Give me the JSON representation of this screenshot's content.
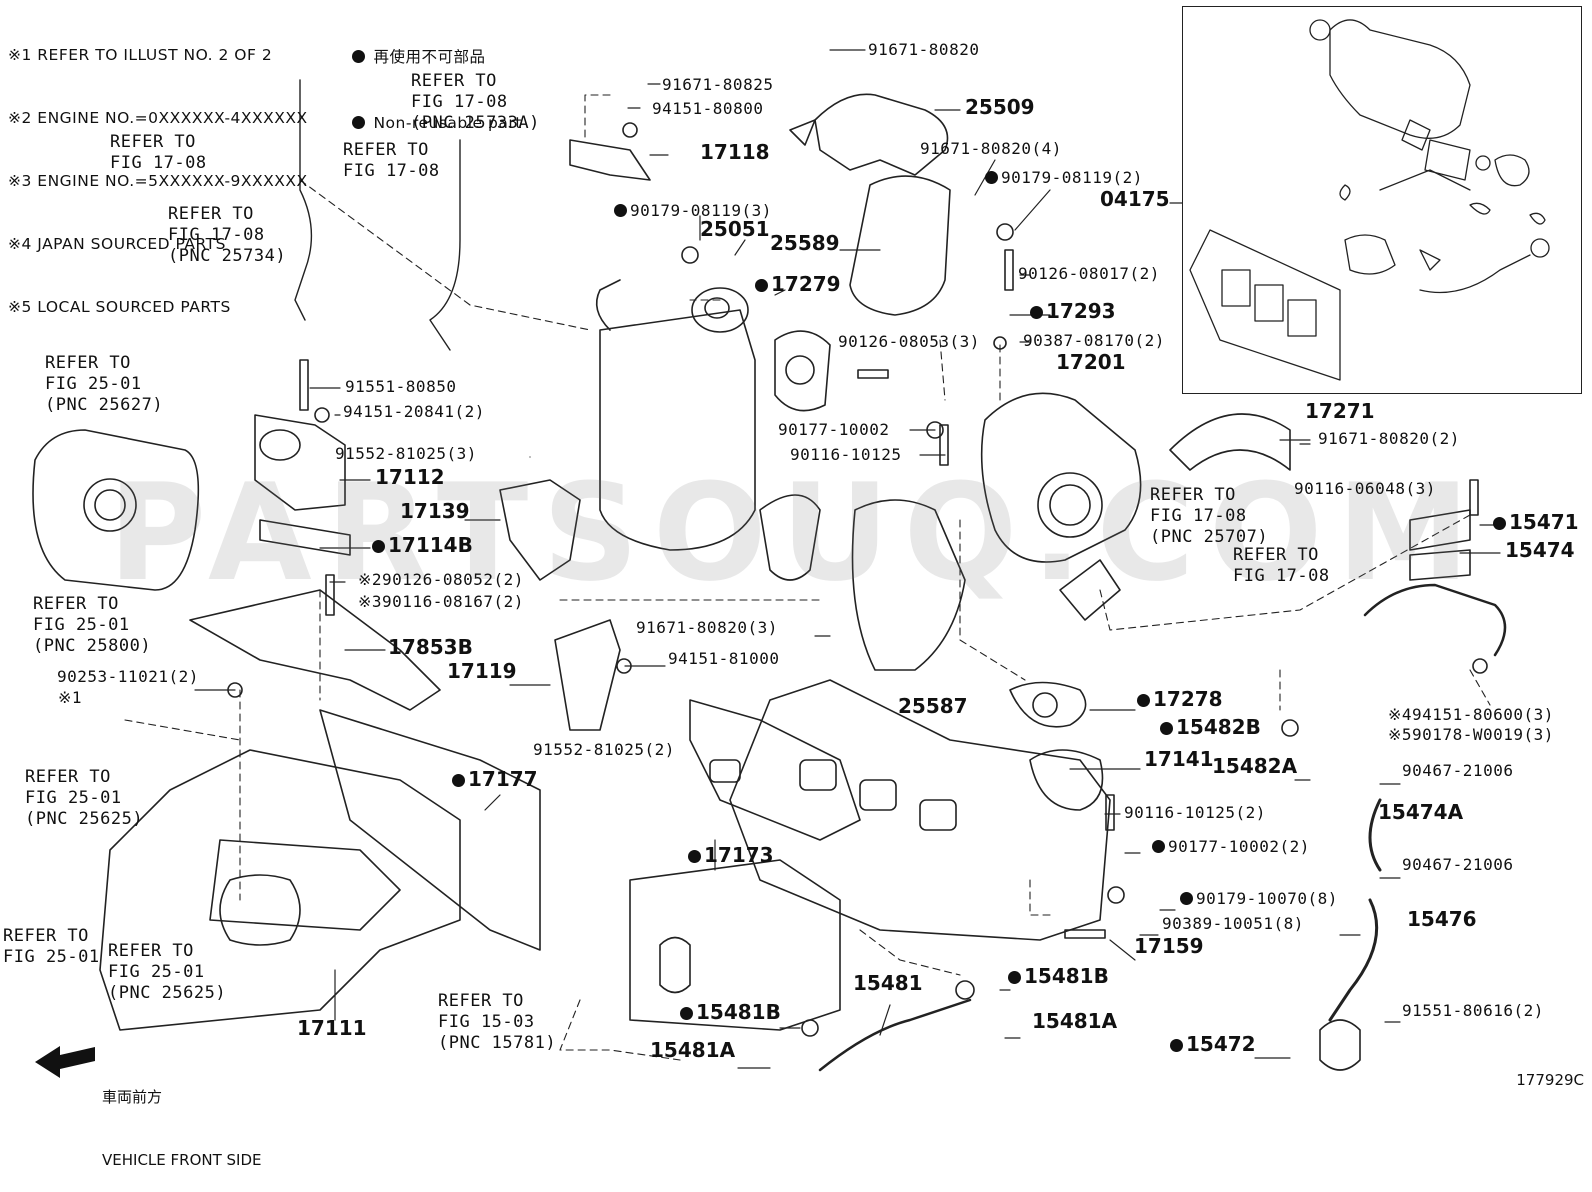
{
  "notes": [
    "※1 REFER TO ILLUST NO. 2 OF 2",
    "※2 ENGINE NO.=0XXXXXX-4XXXXXX",
    "※3 ENGINE NO.=5XXXXXX-9XXXXXX",
    "※4 JAPAN SOURCED PARTS",
    "※5 LOCAL SOURCED PARTS"
  ],
  "legend": [
    "再使用不可部品",
    "Non-reusable part"
  ],
  "watermark": "PARTSOUQ.COM",
  "illustration_code": "177929C",
  "front": [
    "車両前方",
    "VEHICLE FRONT SIDE"
  ],
  "labels": {
    "l_91671_80825": "91671-80825",
    "l_94151_80800": "94151-80800",
    "l_17118": "17118",
    "l_91671_80820_top": "91671-80820",
    "l_25509": "25509",
    "l_91671_80820_4": "91671-80820(4)",
    "l_90179_08119_2": "90179-08119(2)",
    "l_90179_08119_3": "90179-08119(3)",
    "l_25051": "25051",
    "l_25589": "25589",
    "l_17279": "17279",
    "l_90126_08017": "90126-08017(2)",
    "l_17293": "17293",
    "l_90126_08053": "90126-08053(3)",
    "l_90387_08170": "90387-08170(2)",
    "l_17201": "17201",
    "l_04175": "04175",
    "l_91551_80850": "91551-80850",
    "l_94151_20841": "94151-20841(2)",
    "l_91552_81025_3": "91552-81025(3)",
    "l_17112": "17112",
    "l_17139": "17139",
    "l_17114B": "17114B",
    "l_90177_10002": "90177-10002",
    "l_90116_10125": "90116-10125",
    "l_17271": "17271",
    "l_91671_80820_2": "91671-80820(2)",
    "l_90116_06048": "90116-06048(3)",
    "l_15471": "15471",
    "l_15474": "15474",
    "l_90126_08052": "※290126-08052(2)",
    "l_90116_08167": "※390116-08167(2)",
    "l_91671_80820_3": "91671-80820(3)",
    "l_17853B": "17853B",
    "l_94151_81000": "94151-81000",
    "l_17119": "17119",
    "l_90253_11021": "90253-11021(2)",
    "l_note1": "※1",
    "l_17278": "17278",
    "l_25587": "25587",
    "l_15482B": "15482B",
    "l_94151_80600": "※494151-80600(3)",
    "l_90178_W0019": "※590178-W0019(3)",
    "l_91552_81025_2": "91552-81025(2)",
    "l_17141": "17141",
    "l_15482A": "15482A",
    "l_90467_21006a": "90467-21006",
    "l_17177": "17177",
    "l_15474A": "15474A",
    "l_90116_10125_2": "90116-10125(2)",
    "l_90177_10002_2": "90177-10002(2)",
    "l_17173": "17173",
    "l_90467_21006b": "90467-21006",
    "l_90179_10070": "90179-10070(8)",
    "l_90389_10051": "90389-10051(8)",
    "l_15476": "15476",
    "l_17159": "17159",
    "l_15481B_r": "15481B",
    "l_15481": "15481",
    "l_15481A_r": "15481A",
    "l_15481B_l": "15481B",
    "l_91551_80616": "91551-80616(2)",
    "l_17111": "17111",
    "l_15481A_l": "15481A",
    "l_15472": "15472"
  },
  "refs": {
    "r1": "REFER TO\nFIG 17-08",
    "r2": "REFER TO\nFIG 17-08\n(PNC 25734)",
    "r3": "REFER TO\nFIG 17-08",
    "r4": "REFER TO\nFIG 17-08\n(PNC 25733A)",
    "r5": "REFER TO\nFIG 25-01\n(PNC 25627)",
    "r6": "REFER TO\nFIG 25-01\n(PNC 25800)",
    "r7": "REFER TO\nFIG 17-08\n(PNC 25707)",
    "r8": "REFER TO\nFIG 17-08",
    "r9": "REFER TO\nFIG 25-01\n(PNC 25625)",
    "r10": "REFER TO\nFIG 25-01",
    "r11": "REFER TO\nFIG 25-01\n(PNC 25625)",
    "r12": "REFER TO\nFIG 15-03\n(PNC 15781)"
  }
}
